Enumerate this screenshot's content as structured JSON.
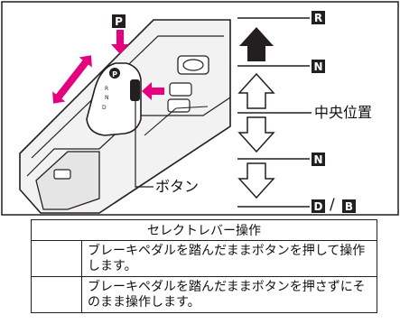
{
  "positions": {
    "p": "P",
    "r": "R",
    "n_upper": "N",
    "center": "中央位置",
    "n_lower": "N",
    "d": "D",
    "separator": "/",
    "b": "B"
  },
  "callout": {
    "button": "ボタン"
  },
  "lever_markings": {
    "top": "P",
    "r": "R",
    "n": "N",
    "d": "D"
  },
  "legend": {
    "title": "セレクトレバー操作",
    "rows": [
      {
        "icon": "solid-arrow-icon",
        "text": "ブレーキペダルを踏んだままボタンを押して操作します。"
      },
      {
        "icon": "outline-arrow-icon",
        "text": "ブレーキペダルを踏んだままボタンを押さずにそのまま操作します。"
      }
    ]
  },
  "colors": {
    "accent": "#e6007e",
    "ink": "#231f20",
    "panel_fill": "#f2f2f2"
  }
}
